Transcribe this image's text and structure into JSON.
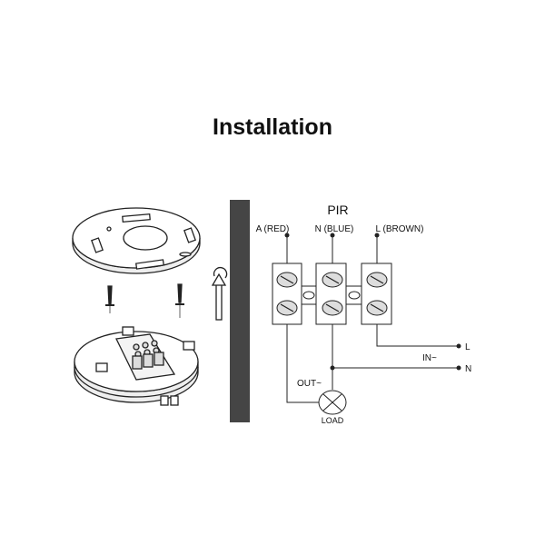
{
  "title": "Installation",
  "diagram": {
    "module": "PIR",
    "wires": [
      "A (RED)",
      "N (BLUE)",
      "L (BROWN)"
    ],
    "input_label": "IN~",
    "input_terminals": [
      "L",
      "N"
    ],
    "output_label": "OUT~",
    "load_label": "LOAD"
  },
  "colors": {
    "divider": "#454545",
    "line": "#222222"
  }
}
